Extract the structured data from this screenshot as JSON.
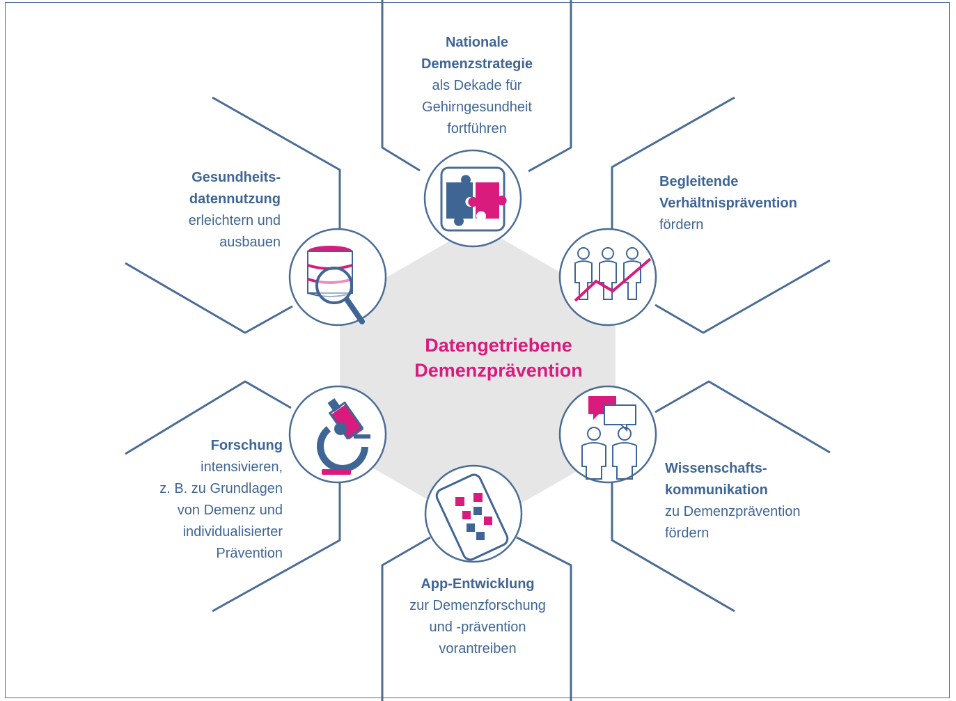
{
  "center": {
    "line1": "Datengetriebene",
    "line2": "Demenzprävention"
  },
  "items": [
    {
      "icon": "puzzle-icon",
      "heading": [
        "Nationale",
        "Demenzstrategie"
      ],
      "body": [
        "als Dekade für",
        "Gehirngesundheit",
        "fortführen"
      ]
    },
    {
      "icon": "people-trend-icon",
      "heading": [
        "Begleitende",
        "Verhältnisprävention"
      ],
      "body": [
        "fördern"
      ]
    },
    {
      "icon": "speech-people-icon",
      "heading": [
        "Wissenschafts-",
        "kommunikation"
      ],
      "body": [
        "zu Demenzprävention",
        "fördern"
      ]
    },
    {
      "icon": "smartphone-icon",
      "heading": [
        "App-Entwicklung"
      ],
      "body": [
        "zur Demenzforschung",
        "und -prävention",
        "vorantreiben"
      ]
    },
    {
      "icon": "microscope-icon",
      "heading": [
        "Forschung"
      ],
      "body": [
        "intensivieren,",
        "z. B. zu Grundlagen",
        "von Demenz und",
        "individualisierter",
        "Prävention"
      ]
    },
    {
      "icon": "database-search-icon",
      "heading": [
        "Gesundheits-",
        "datennutzung"
      ],
      "body": [
        "erleichtern und",
        "ausbauen"
      ]
    }
  ],
  "colors": {
    "blue": "#3f6595",
    "magenta": "#d81b7c",
    "hexagon": "#e6e6e6",
    "line": "#4a6c95"
  }
}
